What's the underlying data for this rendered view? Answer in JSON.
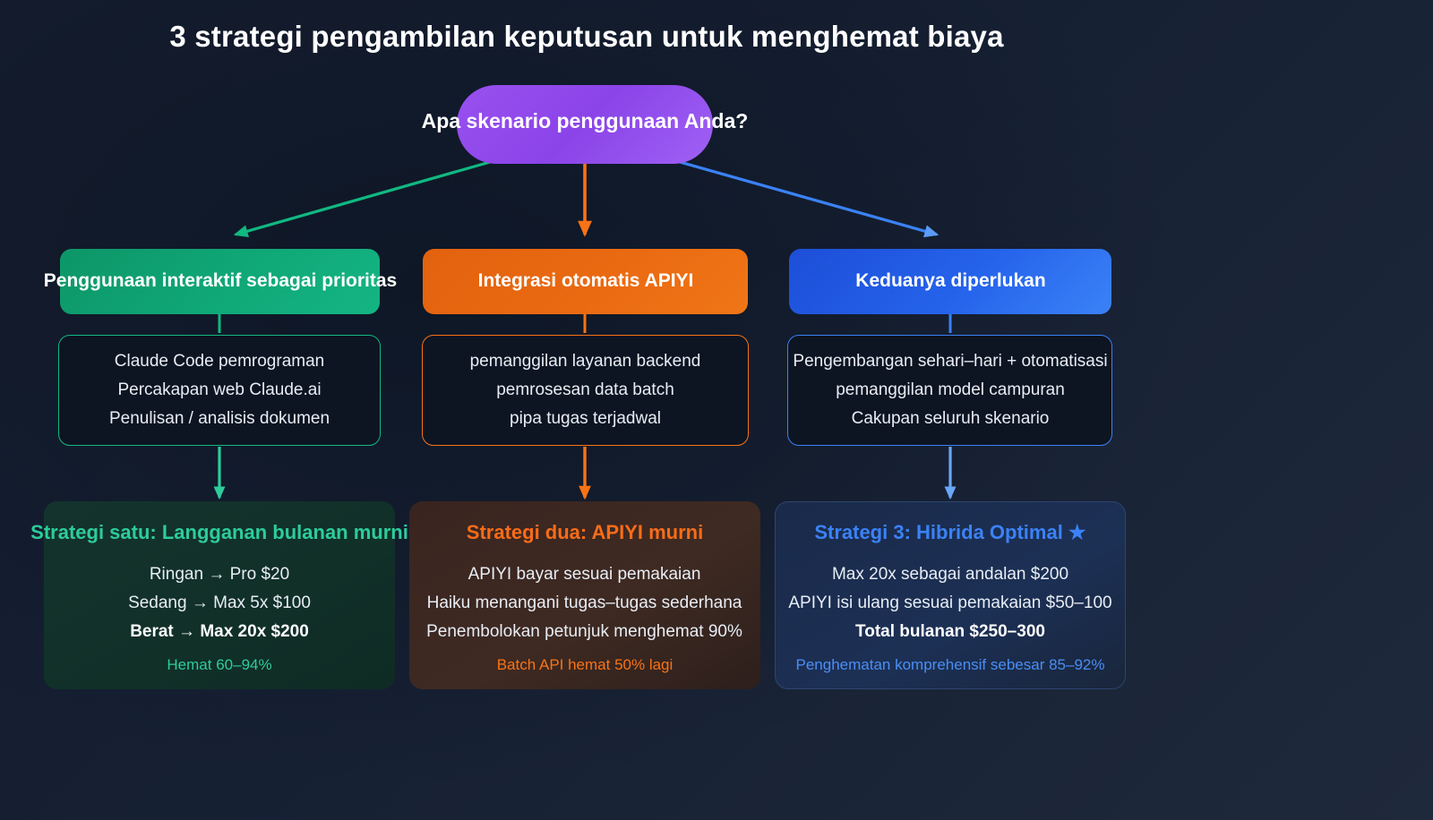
{
  "title": "3 strategi pengambilan keputusan untuk menghemat biaya",
  "root": {
    "label": "Apa skenario penggunaan Anda?"
  },
  "colors": {
    "background": "#131b2c",
    "root_purple": "#8b44e8",
    "green": "#10b981",
    "green_bright": "#2ecc9a",
    "orange": "#f97316",
    "blue": "#3b82f6",
    "blue_light": "#5b9cf8",
    "text": "#ffffff",
    "text_muted": "#e8edf5"
  },
  "branches": [
    {
      "category": "Penggunaan interaktif sebagai prioritas",
      "details": [
        "Claude Code pemrograman",
        "Percakapan web Claude.ai",
        "Penulisan / analisis dokumen"
      ],
      "card": {
        "title": "Strategi satu: Langganan bulanan murni",
        "lines": [
          {
            "text": "Ringan → Pro $20",
            "bold": false
          },
          {
            "text": "Sedang → Max 5x $100",
            "bold": false
          },
          {
            "text": "Berat → Max 20x $200",
            "bold": true
          }
        ],
        "footer": "Hemat 60–94%"
      }
    },
    {
      "category": "Integrasi otomatis APIYI",
      "details": [
        "pemanggilan layanan backend",
        "pemrosesan data batch",
        "pipa tugas terjadwal"
      ],
      "card": {
        "title": "Strategi dua: APIYI murni",
        "lines": [
          {
            "text": "APIYI bayar sesuai pemakaian",
            "bold": false
          },
          {
            "text": "Haiku menangani tugas–tugas sederhana",
            "bold": false
          },
          {
            "text": "Penembolokan petunjuk menghemat 90%",
            "bold": false
          }
        ],
        "footer": "Batch API hemat 50% lagi"
      }
    },
    {
      "category": "Keduanya diperlukan",
      "details": [
        "Pengembangan sehari–hari + otomatisasi",
        "pemanggilan model campuran",
        "Cakupan seluruh skenario"
      ],
      "card": {
        "title": "Strategi 3: Hibrida Optimal ★",
        "lines": [
          {
            "text": "Max 20x sebagai andalan $200",
            "bold": false
          },
          {
            "text": "APIYI isi ulang sesuai pemakaian $50–100",
            "bold": false
          },
          {
            "text": "Total bulanan $250–300",
            "bold": true
          }
        ],
        "footer": "Penghematan komprehensif sebesar 85–92%"
      }
    }
  ]
}
